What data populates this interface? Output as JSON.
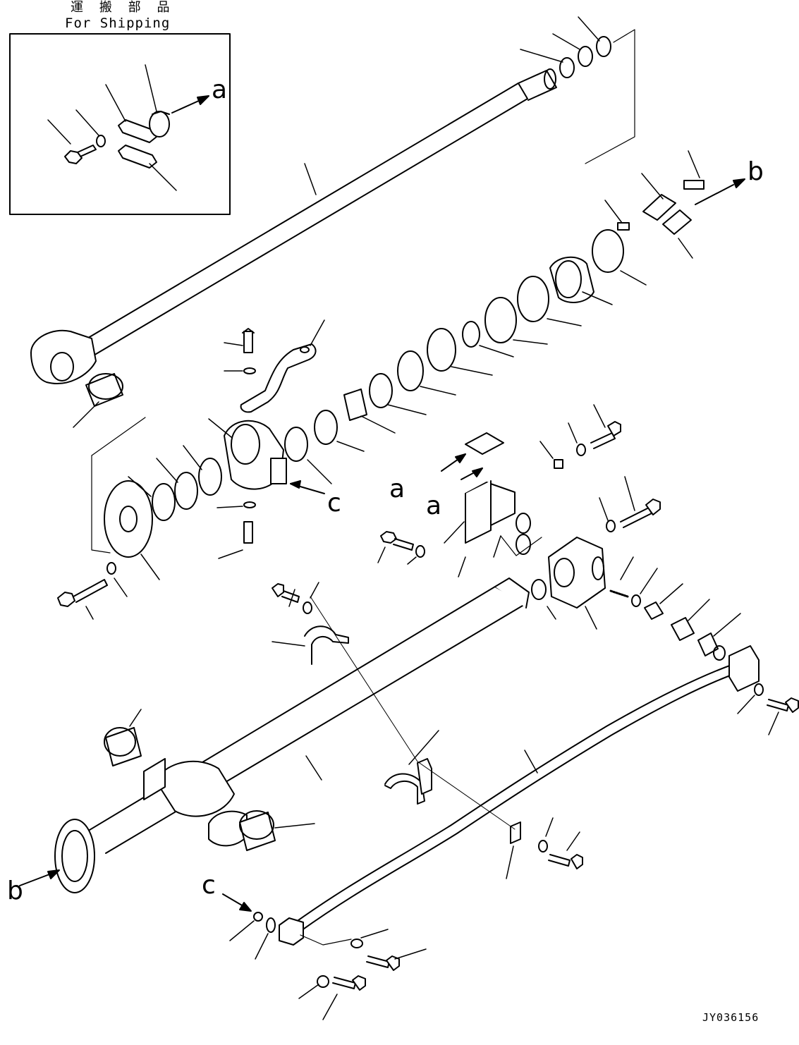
{
  "header": {
    "title_jp": "運 搬 部 品",
    "title_en": "For Shipping"
  },
  "labels": {
    "a": "a",
    "b": "b",
    "c": "c"
  },
  "drawing_code": "JY036156",
  "colors": {
    "ink": "#000000",
    "paper": "#ffffff"
  }
}
